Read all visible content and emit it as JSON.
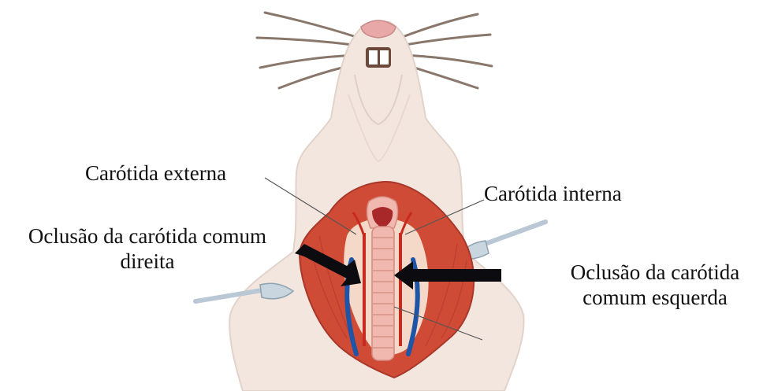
{
  "labels": {
    "external_carotid": "Carótida externa",
    "internal_carotid": "Carótida interna",
    "right_occlusion_line1": "Oclusão da carótida comum",
    "right_occlusion_line2": "direita",
    "left_occlusion_line1": "Oclusão da carótida",
    "left_occlusion_line2": "comum esquerda"
  },
  "colors": {
    "skin": "#f2e6df",
    "muscle": "#cf4b35",
    "artery": "#c92a1f",
    "vein": "#1f55a6",
    "trachea": "#f0b8ae",
    "arrow": "#0b0b10",
    "retractor": "#b9c8d4"
  },
  "icons": {
    "arrow_right_side": "arrow-right-icon",
    "arrow_left_side": "arrow-left-icon"
  }
}
